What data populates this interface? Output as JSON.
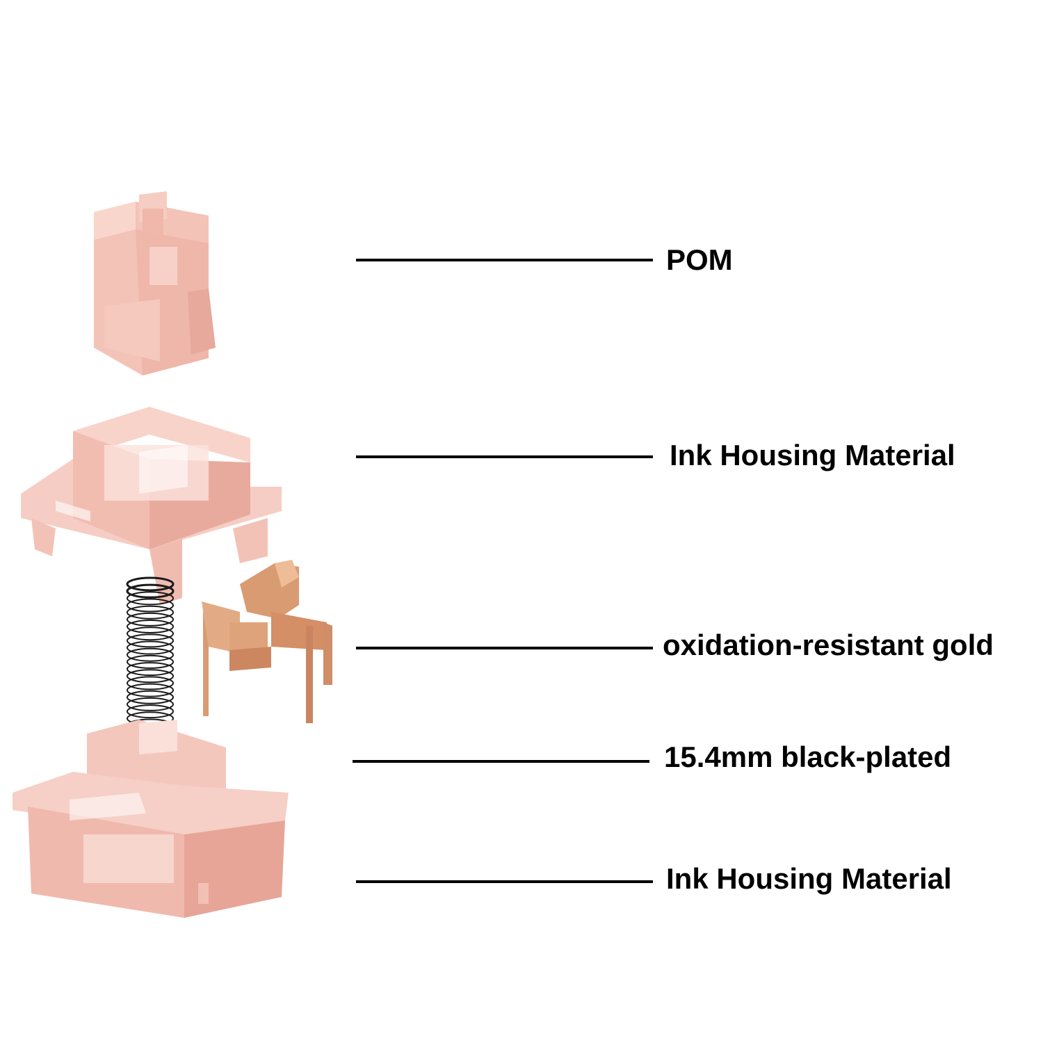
{
  "callouts": [
    {
      "label": "POM"
    },
    {
      "label": "Ink Housing Material"
    },
    {
      "label": "oxidation-resistant gold"
    },
    {
      "label": "15.4mm black-plated"
    },
    {
      "label": "Ink Housing Material"
    }
  ],
  "colors": {
    "background": "#ffffff",
    "stem_pink": "#f3c3b8",
    "housing_pink": "#f6cdc4",
    "housing_dark": "#e8a59a",
    "contact_gold": "#d99b72",
    "spring": "#1a1a1a",
    "leader_line": "#000000",
    "label_text": "#000000"
  }
}
